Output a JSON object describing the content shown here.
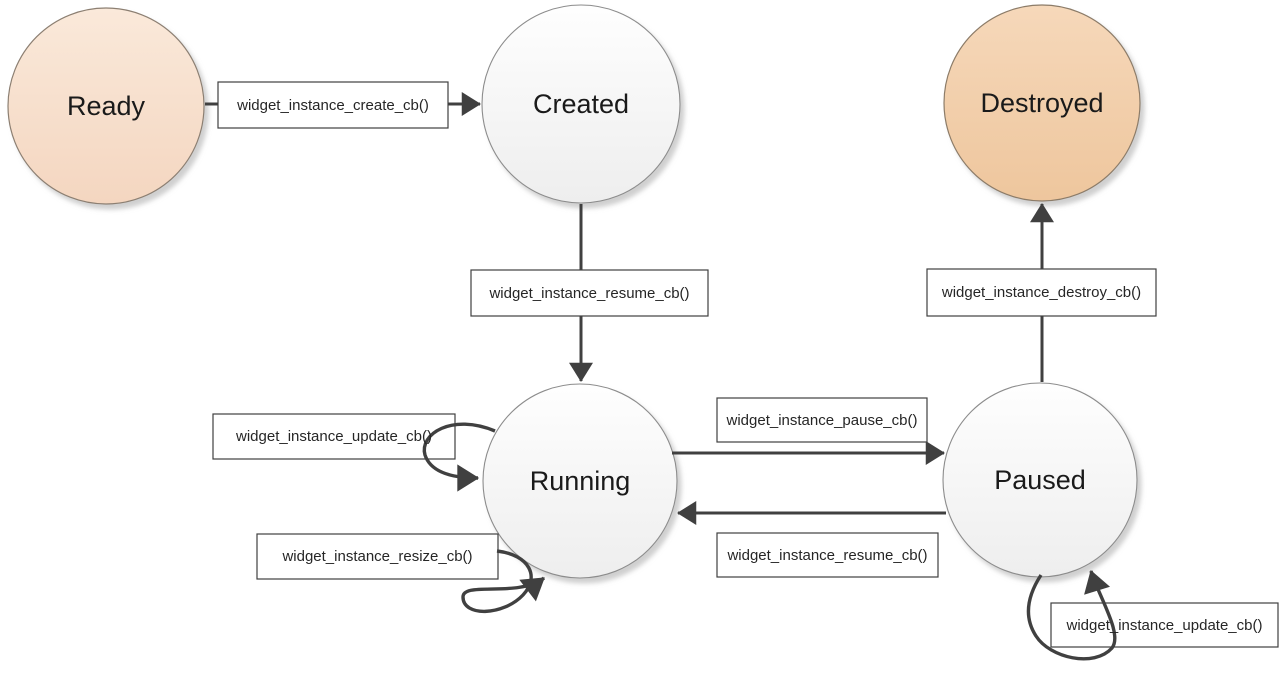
{
  "diagram": {
    "states": [
      {
        "id": "ready",
        "label": "Ready"
      },
      {
        "id": "created",
        "label": "Created"
      },
      {
        "id": "destroyed",
        "label": "Destroyed"
      },
      {
        "id": "running",
        "label": "Running"
      },
      {
        "id": "paused",
        "label": "Paused"
      }
    ],
    "transitions": [
      {
        "from": "Ready",
        "to": "Created",
        "label": "widget_instance_create_cb()"
      },
      {
        "from": "Created",
        "to": "Running",
        "label": "widget_instance_resume_cb()"
      },
      {
        "from": "Running",
        "to": "Running",
        "label": "widget_instance_update_cb()"
      },
      {
        "from": "Running",
        "to": "Running",
        "label": "widget_instance_resize_cb()"
      },
      {
        "from": "Running",
        "to": "Paused",
        "label": "widget_instance_pause_cb()"
      },
      {
        "from": "Paused",
        "to": "Running",
        "label": "widget_instance_resume_cb()"
      },
      {
        "from": "Paused",
        "to": "Destroyed",
        "label": "widget_instance_destroy_cb()"
      },
      {
        "from": "Paused",
        "to": "Paused",
        "label": "widget_instance_update_cb()"
      }
    ],
    "colors": {
      "ready_fill_top": "#fae9da",
      "ready_fill_bottom": "#f4d6c0",
      "destroyed_fill_top": "#f6d8ba",
      "destroyed_fill_bottom": "#eec69d",
      "neutral_fill_top": "#fefefe",
      "neutral_fill_bottom": "#eeeeee",
      "line": "#404040",
      "circle_border": "#7f7f7f"
    }
  }
}
